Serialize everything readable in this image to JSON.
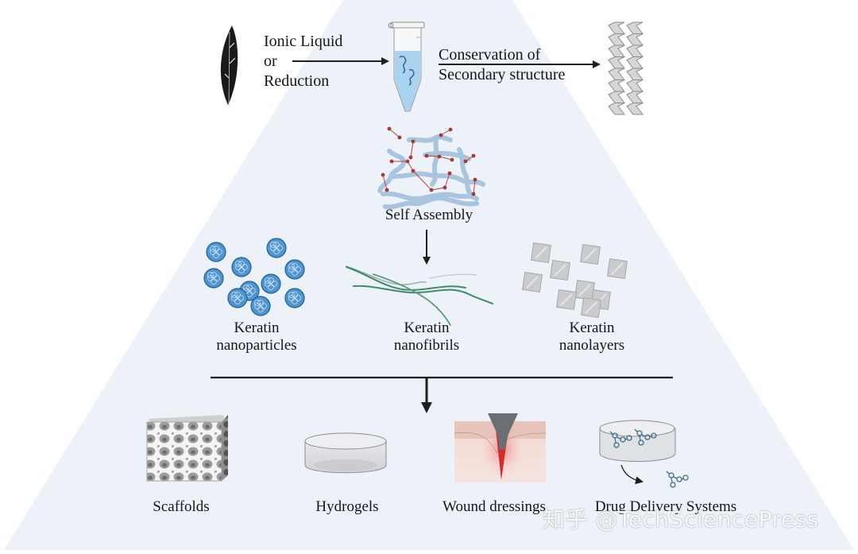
{
  "colors": {
    "background": "#ffffff",
    "pyramid_fill": "#edf2f9",
    "arrow": "#1f1f1f",
    "nanoparticle_blue": "#2f78b8",
    "fiber_green": "#3f8a6a",
    "network_blue": "#a9c4de",
    "crosslink_red": "#c0413a",
    "wound_red": "#d62a2a"
  },
  "top_row": {
    "source_icon": "feather-icon",
    "step1_label_lines": [
      "Ionic Liquid",
      "or",
      "Reduction"
    ],
    "intermediate_icon": "tube-icon",
    "step2_label_lines": [
      "Conservation of",
      "Secondary structure"
    ],
    "result_icon": "beta-sheet-icon"
  },
  "self_assembly": {
    "icon": "crosslinked-network-icon",
    "label": "Self Assembly"
  },
  "nanostructures": [
    {
      "icon": "nanoparticles-icon",
      "line1": "Keratin",
      "line2": "nanoparticles"
    },
    {
      "icon": "nanofibrils-icon",
      "line1": "Keratin",
      "line2": "nanofibrils"
    },
    {
      "icon": "nanolayers-icon",
      "line1": "Keratin",
      "line2": "nanolayers"
    }
  ],
  "applications": [
    {
      "icon": "scaffold-icon",
      "label": "Scaffolds"
    },
    {
      "icon": "hydrogel-icon",
      "label": "Hydrogels"
    },
    {
      "icon": "wound-icon",
      "label": "Wound dressings"
    },
    {
      "icon": "drug-delivery-icon",
      "label": "Drug Delivery Systems"
    }
  ],
  "watermark": "知乎 @TechSciencePress"
}
